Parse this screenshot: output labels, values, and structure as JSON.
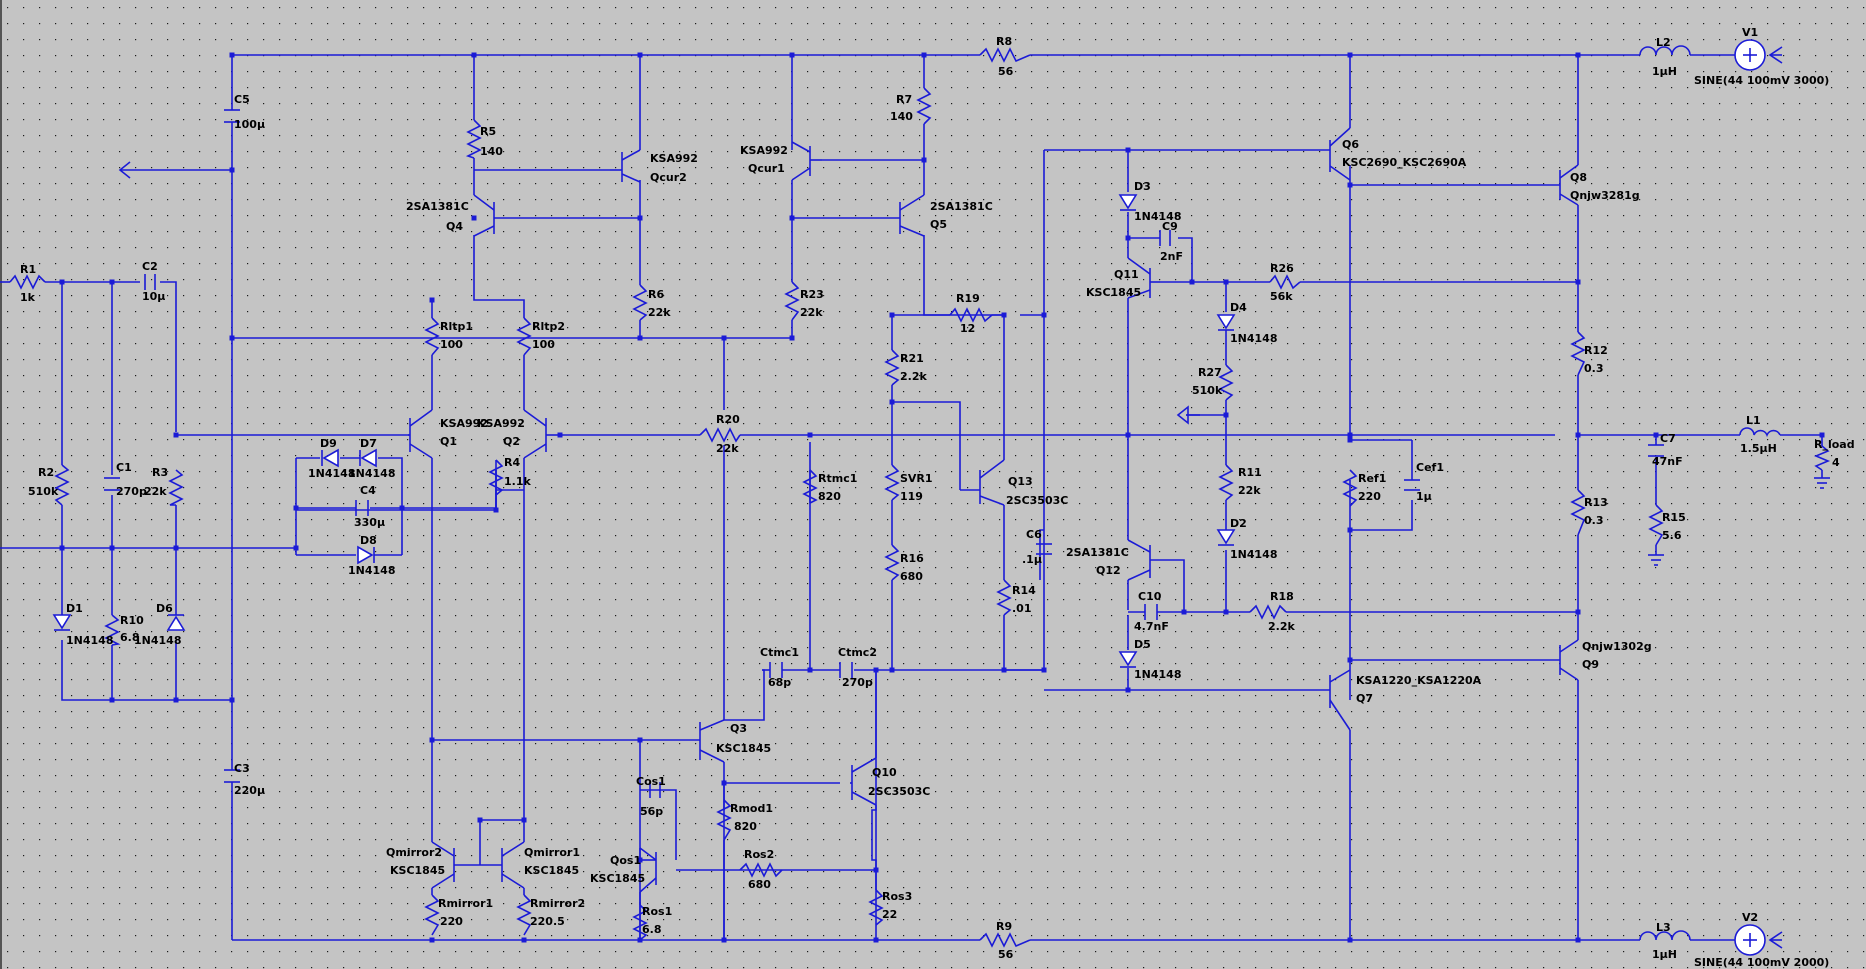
{
  "schematic": {
    "grid_dot_color": "#1a1a1a",
    "wire_color": "#1b1bd6",
    "background_color": "#c4c4c4",
    "components": [
      {
        "name": "R1",
        "value": "1k"
      },
      {
        "name": "C2",
        "value": "10µ"
      },
      {
        "name": "R2",
        "value": "510k"
      },
      {
        "name": "C1",
        "value": "270p"
      },
      {
        "name": "R3",
        "value": "22k"
      },
      {
        "name": "D1",
        "value": "1N4148"
      },
      {
        "name": "R10",
        "value": "6.8"
      },
      {
        "name": "D6",
        "value": "1N4148"
      },
      {
        "name": "C5",
        "value": "100µ"
      },
      {
        "name": "C3",
        "value": "220µ"
      },
      {
        "name": "R5",
        "value": "140"
      },
      {
        "name": "Q4",
        "value": "2SA1381C"
      },
      {
        "name": "Qcur2",
        "value": "KSA992"
      },
      {
        "name": "Qcur1",
        "value": "KSA992"
      },
      {
        "name": "R7",
        "value": "140"
      },
      {
        "name": "Q5",
        "value": "2SA1381C"
      },
      {
        "name": "R6",
        "value": "22k"
      },
      {
        "name": "R23",
        "value": "22k"
      },
      {
        "name": "Rltp1",
        "value": "100"
      },
      {
        "name": "Rltp2",
        "value": "100"
      },
      {
        "name": "Q1",
        "value": "KSA992"
      },
      {
        "name": "Q2",
        "value": "KSA992"
      },
      {
        "name": "R4",
        "value": "1.1k"
      },
      {
        "name": "D9",
        "value": "1N4148"
      },
      {
        "name": "D7",
        "value": "1N4148"
      },
      {
        "name": "C4",
        "value": "330µ"
      },
      {
        "name": "D8",
        "value": "1N4148"
      },
      {
        "name": "R20",
        "value": "22k"
      },
      {
        "name": "R19",
        "value": "12"
      },
      {
        "name": "R21",
        "value": "2.2k"
      },
      {
        "name": "Rtmc1",
        "value": "820"
      },
      {
        "name": "SVR1",
        "value": "119"
      },
      {
        "name": "R16",
        "value": "680"
      },
      {
        "name": "Q13",
        "value": "2SC3503C"
      },
      {
        "name": "C6",
        "value": ".1µ"
      },
      {
        "name": "R14",
        "value": ".01"
      },
      {
        "name": "Ctmc1",
        "value": "68p"
      },
      {
        "name": "Ctmc2",
        "value": "270p"
      },
      {
        "name": "Q3",
        "value": "KSC1845"
      },
      {
        "name": "Q10",
        "value": "2SC3503C"
      },
      {
        "name": "Cos1",
        "value": "56p"
      },
      {
        "name": "Rmod1",
        "value": "820"
      },
      {
        "name": "Qos1",
        "value": "KSC1845"
      },
      {
        "name": "Ros2",
        "value": "680"
      },
      {
        "name": "Ros1",
        "value": "6.8"
      },
      {
        "name": "Ros3",
        "value": "22"
      },
      {
        "name": "Qmirror2",
        "value": "KSC1845"
      },
      {
        "name": "Qmirror1",
        "value": "KSC1845"
      },
      {
        "name": "Rmirror1",
        "value": "220"
      },
      {
        "name": "Rmirror2",
        "value": "220.5"
      },
      {
        "name": "R8",
        "value": "56"
      },
      {
        "name": "R9",
        "value": "56"
      },
      {
        "name": "D3",
        "value": "1N4148"
      },
      {
        "name": "C9",
        "value": "2nF"
      },
      {
        "name": "Q11",
        "value": "KSC1845"
      },
      {
        "name": "R26",
        "value": "56k"
      },
      {
        "name": "D4",
        "value": "1N4148"
      },
      {
        "name": "R27",
        "value": "510k"
      },
      {
        "name": "R11",
        "value": "22k"
      },
      {
        "name": "D2",
        "value": "1N4148"
      },
      {
        "name": "Q12",
        "value": "2SA1381C"
      },
      {
        "name": "C10",
        "value": "4.7nF"
      },
      {
        "name": "R18",
        "value": "2.2k"
      },
      {
        "name": "D5",
        "value": "1N4148"
      },
      {
        "name": "Q6",
        "value": "KSC2690_KSC2690A"
      },
      {
        "name": "Q7",
        "value": "KSA1220_KSA1220A"
      },
      {
        "name": "Ref1",
        "value": "220"
      },
      {
        "name": "Cef1",
        "value": "1µ"
      },
      {
        "name": "Q8",
        "value": "Qnjw3281g"
      },
      {
        "name": "Q9",
        "value": "Qnjw1302g"
      },
      {
        "name": "R12",
        "value": "0.3"
      },
      {
        "name": "R13",
        "value": "0.3"
      },
      {
        "name": "C7",
        "value": "47nF"
      },
      {
        "name": "R15",
        "value": "5.6"
      },
      {
        "name": "L1",
        "value": "1.5µH"
      },
      {
        "name": "R_load",
        "value": "4"
      },
      {
        "name": "L2",
        "value": "1µH"
      },
      {
        "name": "L3",
        "value": "1µH"
      },
      {
        "name": "V1",
        "value": "SINE(44 100mV 3000)"
      },
      {
        "name": "V2",
        "value": "SINE(44 100mV 2000)"
      }
    ]
  }
}
